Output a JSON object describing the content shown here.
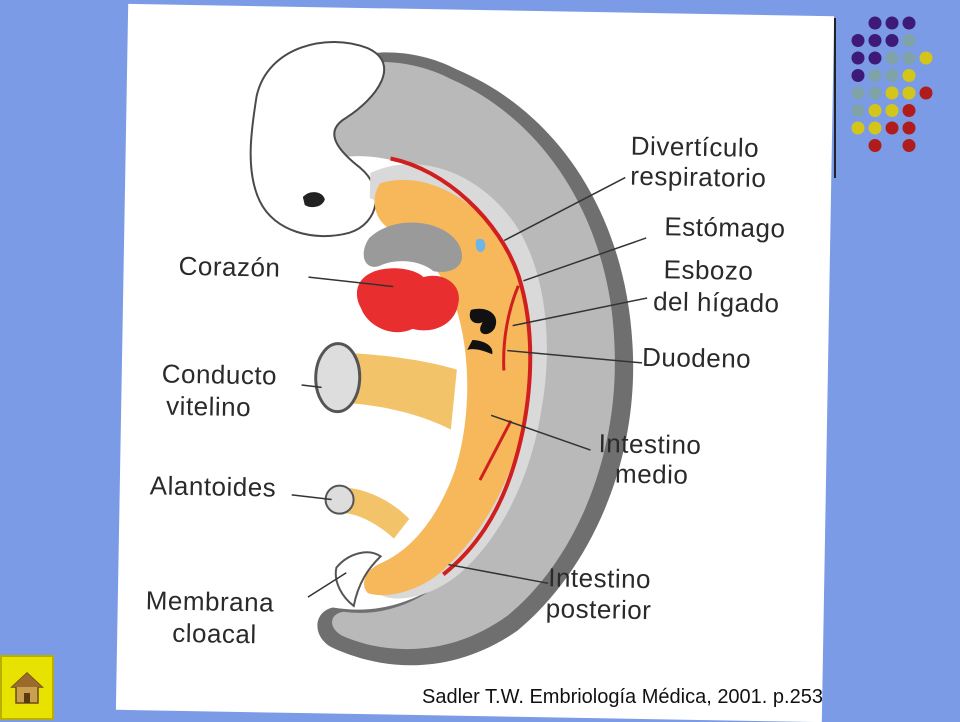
{
  "labels": {
    "diverticulo_1": "Divertículo",
    "diverticulo_2": "respiratorio",
    "estomago": "Estómago",
    "esbozo_1": "Esbozo",
    "esbozo_2": "del hígado",
    "duodeno": "Duodeno",
    "corazon": "Corazón",
    "conducto_1": "Conducto",
    "conducto_2": "vitelino",
    "alantoides": "Alantoides",
    "membrana_1": "Membrana",
    "membrana_2": "cloacal",
    "intestino_medio_1": "Intestino",
    "intestino_medio_2": "medio",
    "intestino_posterior_1": "Intestino",
    "intestino_posterior_2": "posterior"
  },
  "caption": "Sadler T.W. Embriología Médica, 2001. p.253",
  "colors": {
    "background": "#7b9be6",
    "dot_purple": "#3d1a78",
    "dot_gray": "#7fa3a8",
    "dot_yellow": "#d4c51a",
    "dot_red": "#b01c1c",
    "home_button": "#e8e200"
  },
  "icons": {
    "home": "home-icon"
  }
}
